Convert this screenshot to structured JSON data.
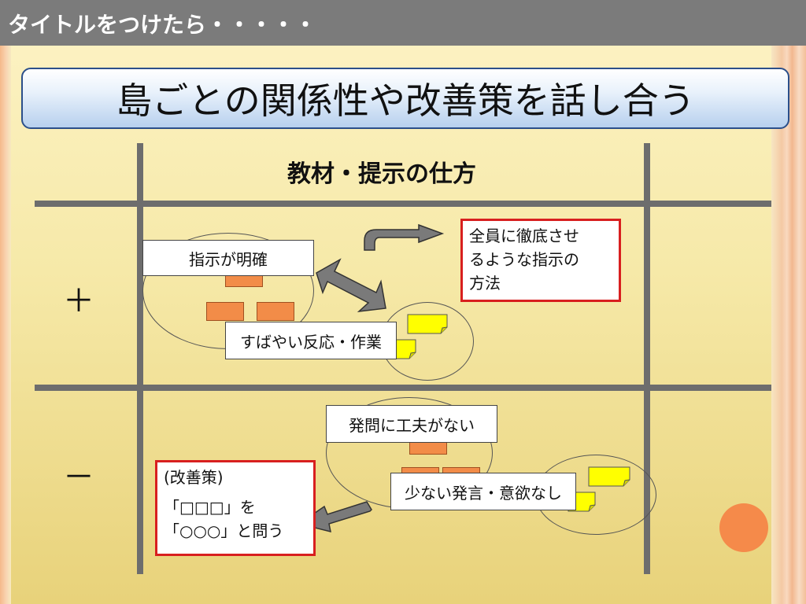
{
  "top_bar": {
    "title": "タイトルをつけたら・・・・・"
  },
  "header": {
    "title": "島ごとの関係性や改善策を話し合う"
  },
  "diagram": {
    "subtitle": "教材・提示の仕方",
    "plus_sign": "＋",
    "minus_sign": "－",
    "upper": {
      "label_clear": "指示が明確",
      "label_quick": "すばやい反応・作業",
      "red_note": [
        "全員に徹底させ",
        "るような指示の",
        "方法"
      ]
    },
    "lower": {
      "label_question": "発問に工夫がない",
      "label_few": "少ない発言・意欲なし",
      "improvement": [
        "(改善策)",
        "「□□□」を",
        "「○○○」と問う"
      ]
    }
  },
  "colors": {
    "orange_sticky": "#f28c48",
    "yellow_sticky": "#ffff00",
    "red_border": "#d81f1f",
    "accent_dot": "#f58a4a",
    "header_border": "#2b4f8a"
  }
}
